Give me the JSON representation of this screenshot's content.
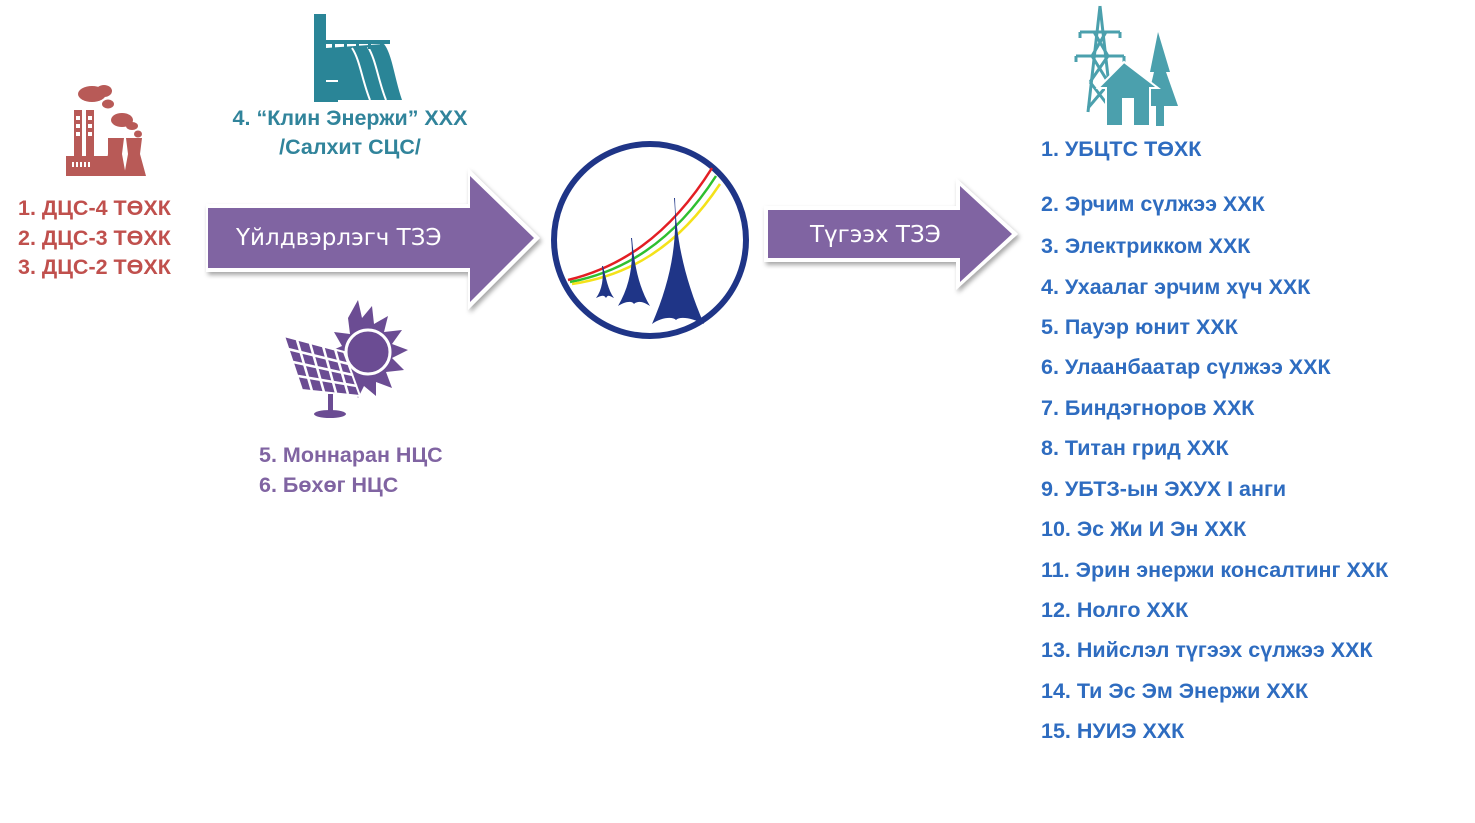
{
  "generation": {
    "thermal": {
      "icon": "thermal-power-plant-icon",
      "color": "#c0504d",
      "items": [
        "1. ДЦС-4 ТӨХК",
        "2. ДЦС-3 ТӨХК",
        "3. ДЦС-2 ТӨХК"
      ]
    },
    "hydro_wind": {
      "icon": "dam-icon",
      "color": "#31849b",
      "line1": "4. “Клин Энержи” ХХХ",
      "line2": "/Салхит СЦС/"
    },
    "solar": {
      "icon": "solar-panel-icon",
      "color": "#8064a2",
      "items": [
        "5. Моннаран НЦС",
        "6. Бөхөг НЦС"
      ]
    }
  },
  "arrows": {
    "producer": {
      "label": "Үйлдвэрлэгч ТЗЭ",
      "color": "#8064a2"
    },
    "distributor": {
      "label": "Түгээх ТЗЭ",
      "color": "#8064a2"
    }
  },
  "logo": {
    "icon": "energy-regulatory-logo",
    "ring_color": "#1f3587",
    "stripe_colors": [
      "#e31e24",
      "#2fbf2f",
      "#f4e21a"
    ]
  },
  "distribution": {
    "icon": "power-tower-house-icon",
    "color": "#2e6cc0",
    "items": [
      "1. УБЦТС ТӨХК",
      "2. Эрчим сүлжээ ХХК",
      "3. Электрикком ХХК",
      "4. Ухаалаг эрчим хүч ХХК",
      "5. Пауэр юнит ХХК",
      "6. Улаанбаатар сүлжээ ХХК",
      "7. Биндэгноров ХХК",
      "8. Титан грид ХХК",
      "9. УБТЗ-ын ЭХУХ I анги",
      "10. Эс Жи И Эн ХХК",
      "11. Эрин энержи консалтинг ХХК",
      "12. Нолго ХХК",
      "13. Нийслэл түгээх сүлжээ ХХК",
      "14. Ти Эс Эм Энержи ХХК",
      "15. НУИЭ ХХК"
    ]
  }
}
